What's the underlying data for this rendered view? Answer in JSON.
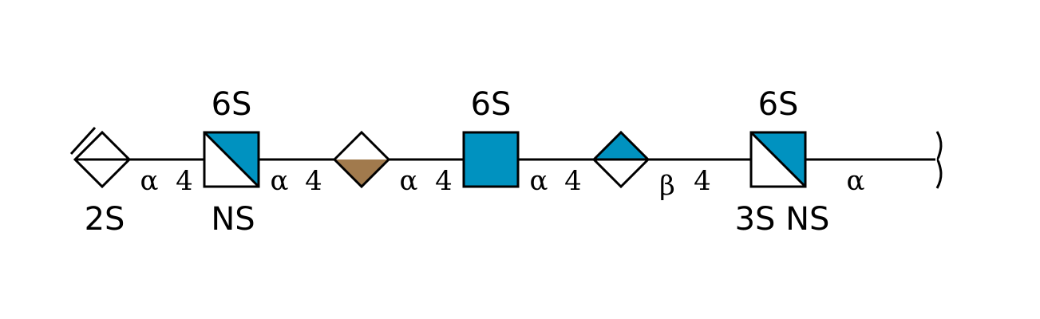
{
  "colors": {
    "blue": "#0092C0",
    "brown": "#A17A4D",
    "white": "#FFFFFF",
    "line": "#000000"
  },
  "residues": [
    {
      "shape": "diamond-flat",
      "icon": "ido-diamond-icon",
      "below": "2S"
    },
    {
      "shape": "square-diagonal",
      "icon": "glcn-split-square-icon",
      "above": "6S",
      "below": "NS"
    },
    {
      "shape": "diamond-bottom-filled",
      "icon": "brown-half-diamond-icon",
      "fill": "brown"
    },
    {
      "shape": "square-filled",
      "icon": "glc-blue-square-icon",
      "above": "6S"
    },
    {
      "shape": "diamond-top-filled",
      "icon": "blue-half-diamond-icon"
    },
    {
      "shape": "square-diagonal",
      "icon": "glcn-split-square-icon",
      "above": "6S",
      "below": "3S NS"
    }
  ],
  "linkages": [
    {
      "anomer": "α",
      "position": "4"
    },
    {
      "anomer": "α",
      "position": "4"
    },
    {
      "anomer": "α",
      "position": "4"
    },
    {
      "anomer": "α",
      "position": "4"
    },
    {
      "anomer": "β",
      "position": "4"
    },
    {
      "anomer": "α",
      "position": ""
    }
  ]
}
